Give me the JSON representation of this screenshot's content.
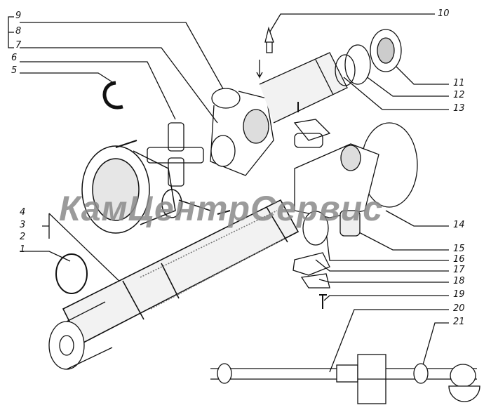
{
  "diagram": {
    "watermark": "КамЦентрСервис",
    "callouts": [
      "1",
      "2",
      "3",
      "4",
      "5",
      "6",
      "7",
      "8",
      "9",
      "10",
      "11",
      "12",
      "13",
      "14",
      "15",
      "16",
      "17",
      "18",
      "19",
      "20",
      "21"
    ]
  }
}
